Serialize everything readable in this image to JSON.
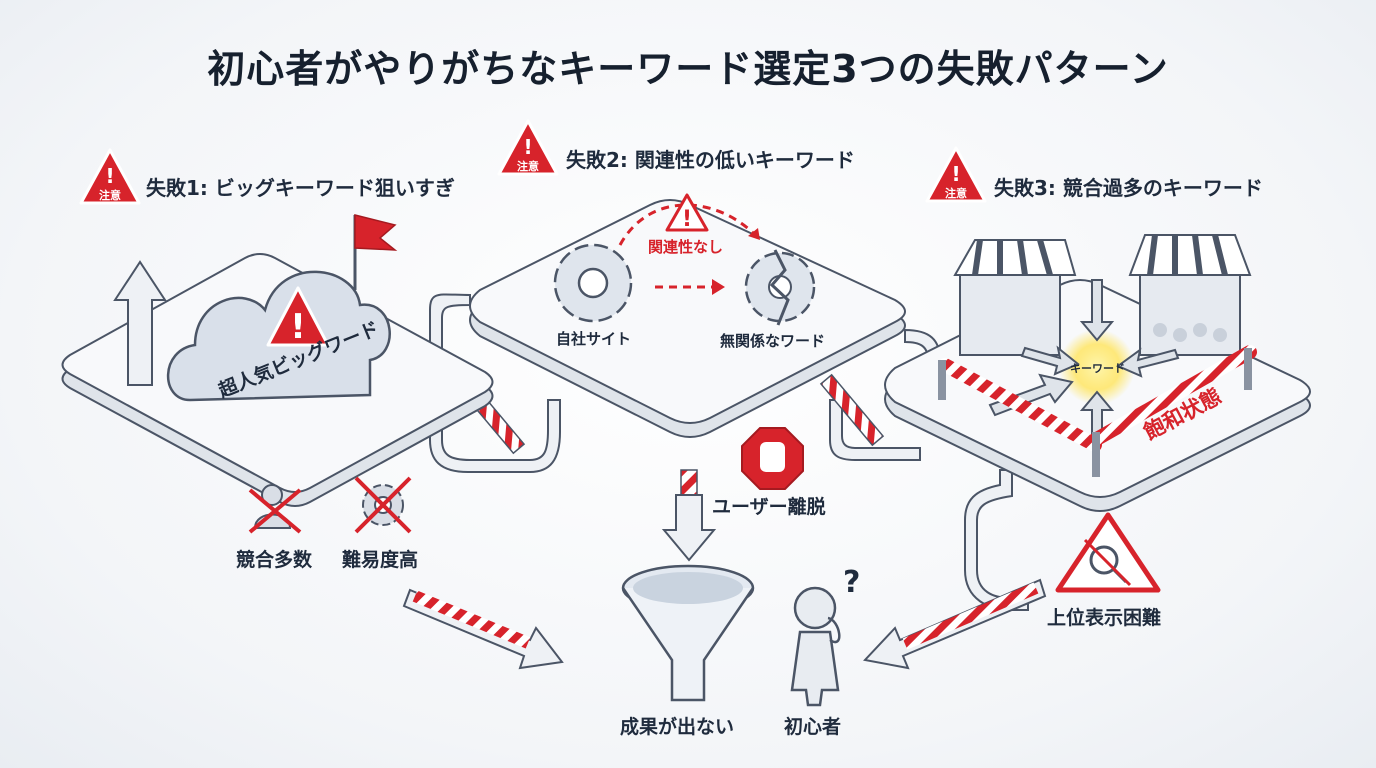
{
  "title": "初心者がやりがちなキーワード選定3つの失敗パターン",
  "failures": [
    {
      "label": "失敗1: ビッグキーワード狙いすぎ",
      "badge": "注意"
    },
    {
      "label": "失敗2: 関連性の低いキーワード",
      "badge": "注意"
    },
    {
      "label": "失敗3: 競合過多のキーワード",
      "badge": "注意"
    }
  ],
  "panel1": {
    "cloud_label": "超人気ビッグワード",
    "icons": [
      "競合多数",
      "難易度高"
    ]
  },
  "panel2": {
    "site_label": "自社サイト",
    "word_label": "無関係なワード",
    "no_relation": "関連性なし",
    "user_leave": "ユーザー離脱"
  },
  "panel3": {
    "keyword": "キーワード",
    "saturated": "飽和状態",
    "hard_rank": "上位表示困難"
  },
  "bottom": {
    "funnel_label": "成果が出ない",
    "person_label": "初心者",
    "question": "?"
  },
  "colors": {
    "accent_red": "#d7232b",
    "ink": "#1f2b3d",
    "panel": "#f7f8fa",
    "stroke": "#4b5566"
  }
}
